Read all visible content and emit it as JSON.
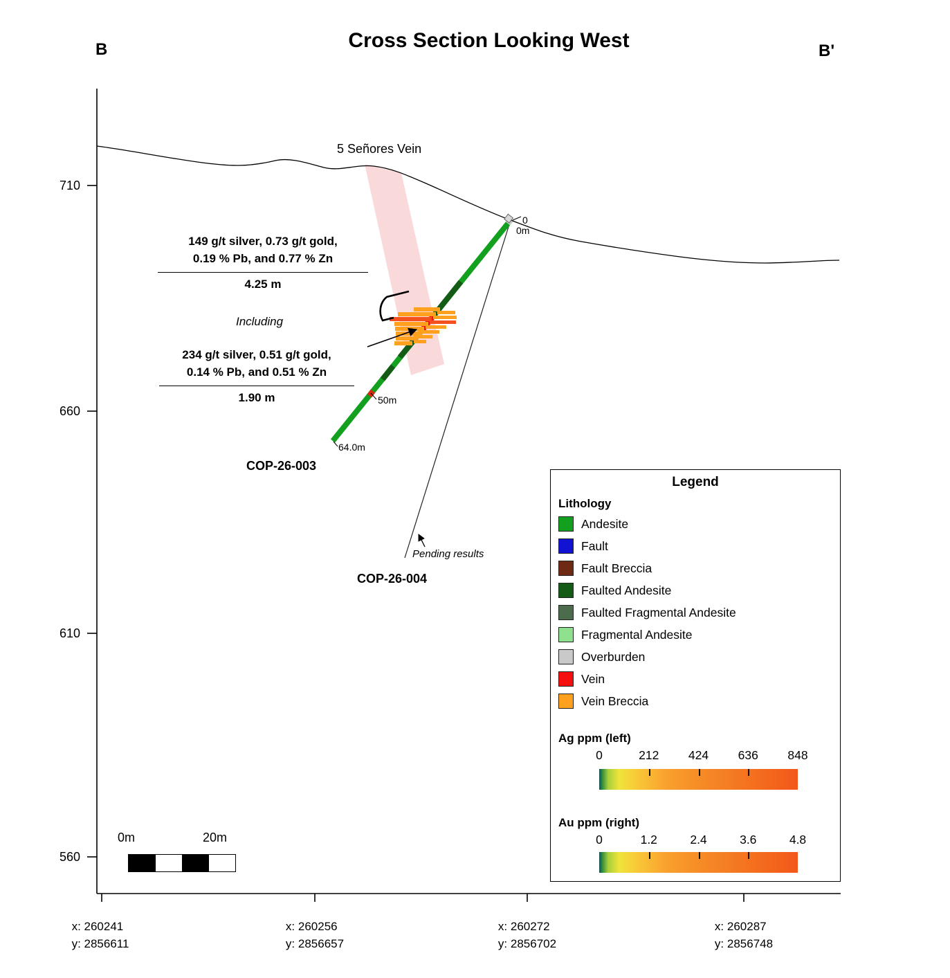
{
  "title": "Cross Section Looking West",
  "section_labels": {
    "left": "B",
    "right": "B'"
  },
  "elevation_ticks": [
    "710",
    "660",
    "610",
    "560"
  ],
  "coordinate_ticks": [
    {
      "x": "x: 260241",
      "y": "y: 2856611"
    },
    {
      "x": "x: 260256",
      "y": "y: 2856657"
    },
    {
      "x": "x: 260272",
      "y": "y: 2856702"
    },
    {
      "x": "x: 260287",
      "y": "y: 2856748"
    }
  ],
  "vein_label": "5 Señores Vein",
  "drillholes": {
    "cop26_003": {
      "name": "COP-26-003",
      "collar_depth": "0",
      "collar_depth_m": "0m",
      "mid_depth": "50m",
      "end_depth": "64.0m"
    },
    "cop26_004": {
      "name": "COP-26-004",
      "note": "Pending results"
    }
  },
  "annotations": {
    "interval1": {
      "line1": "149 g/t silver, 0.73 g/t gold,",
      "line2": "0.19 % Pb, and 0.77 % Zn",
      "width": "4.25 m"
    },
    "including": "Including",
    "interval2": {
      "line1": "234 g/t silver, 0.51 g/t gold,",
      "line2": "0.14 % Pb, and 0.51 % Zn",
      "width": "1.90 m"
    }
  },
  "legend": {
    "title": "Legend",
    "lithology_header": "Lithology",
    "lithology": [
      {
        "label": "Andesite",
        "color": "#12A01E"
      },
      {
        "label": "Fault",
        "color": "#1212D2"
      },
      {
        "label": "Fault Breccia",
        "color": "#6E2A13"
      },
      {
        "label": "Faulted Andesite",
        "color": "#145C16"
      },
      {
        "label": "Faulted Fragmental Andesite",
        "color": "#4D6B4D"
      },
      {
        "label": "Fragmental Andesite",
        "color": "#8FE08F"
      },
      {
        "label": "Overburden",
        "color": "#C9C9C9"
      },
      {
        "label": "Vein",
        "color": "#F50F0F"
      },
      {
        "label": "Vein Breccia",
        "color": "#FFA01E"
      }
    ],
    "ag_scale": {
      "label": "Ag ppm (left)",
      "ticks": [
        "0",
        "212",
        "424",
        "636",
        "848"
      ]
    },
    "au_scale": {
      "label": "Au ppm (right)",
      "ticks": [
        "0",
        "1.2",
        "2.4",
        "3.6",
        "4.8"
      ]
    }
  },
  "scale_bar": {
    "start": "0m",
    "end": "20m"
  }
}
